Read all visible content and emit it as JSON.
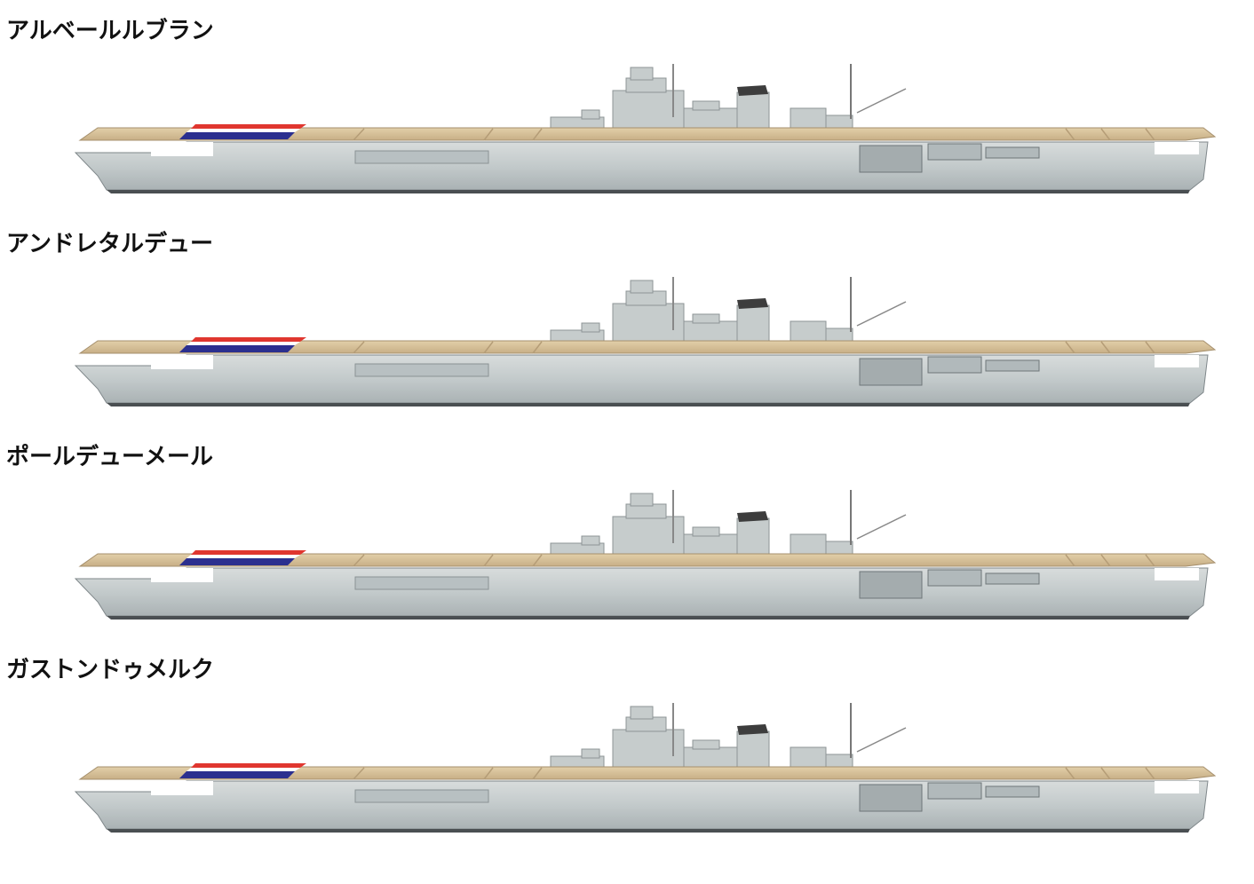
{
  "ships": [
    {
      "name": "アルベールルブラン",
      "image_alt": "aircraft-carrier-profile"
    },
    {
      "name": "アンドレタルデュー",
      "image_alt": "aircraft-carrier-profile"
    },
    {
      "name": "ポールデューメール",
      "image_alt": "aircraft-carrier-profile"
    },
    {
      "name": "ガストンドゥメルク",
      "image_alt": "aircraft-carrier-profile"
    }
  ],
  "colors": {
    "deck": "#d6bf98",
    "hull": "#c9cfcf",
    "hull_dark": "#9aa3a6",
    "flag_red": "#e0362f",
    "flag_white": "#ffffff",
    "flag_blue": "#2b2f8f",
    "funnel_top": "#3a3a3a"
  }
}
